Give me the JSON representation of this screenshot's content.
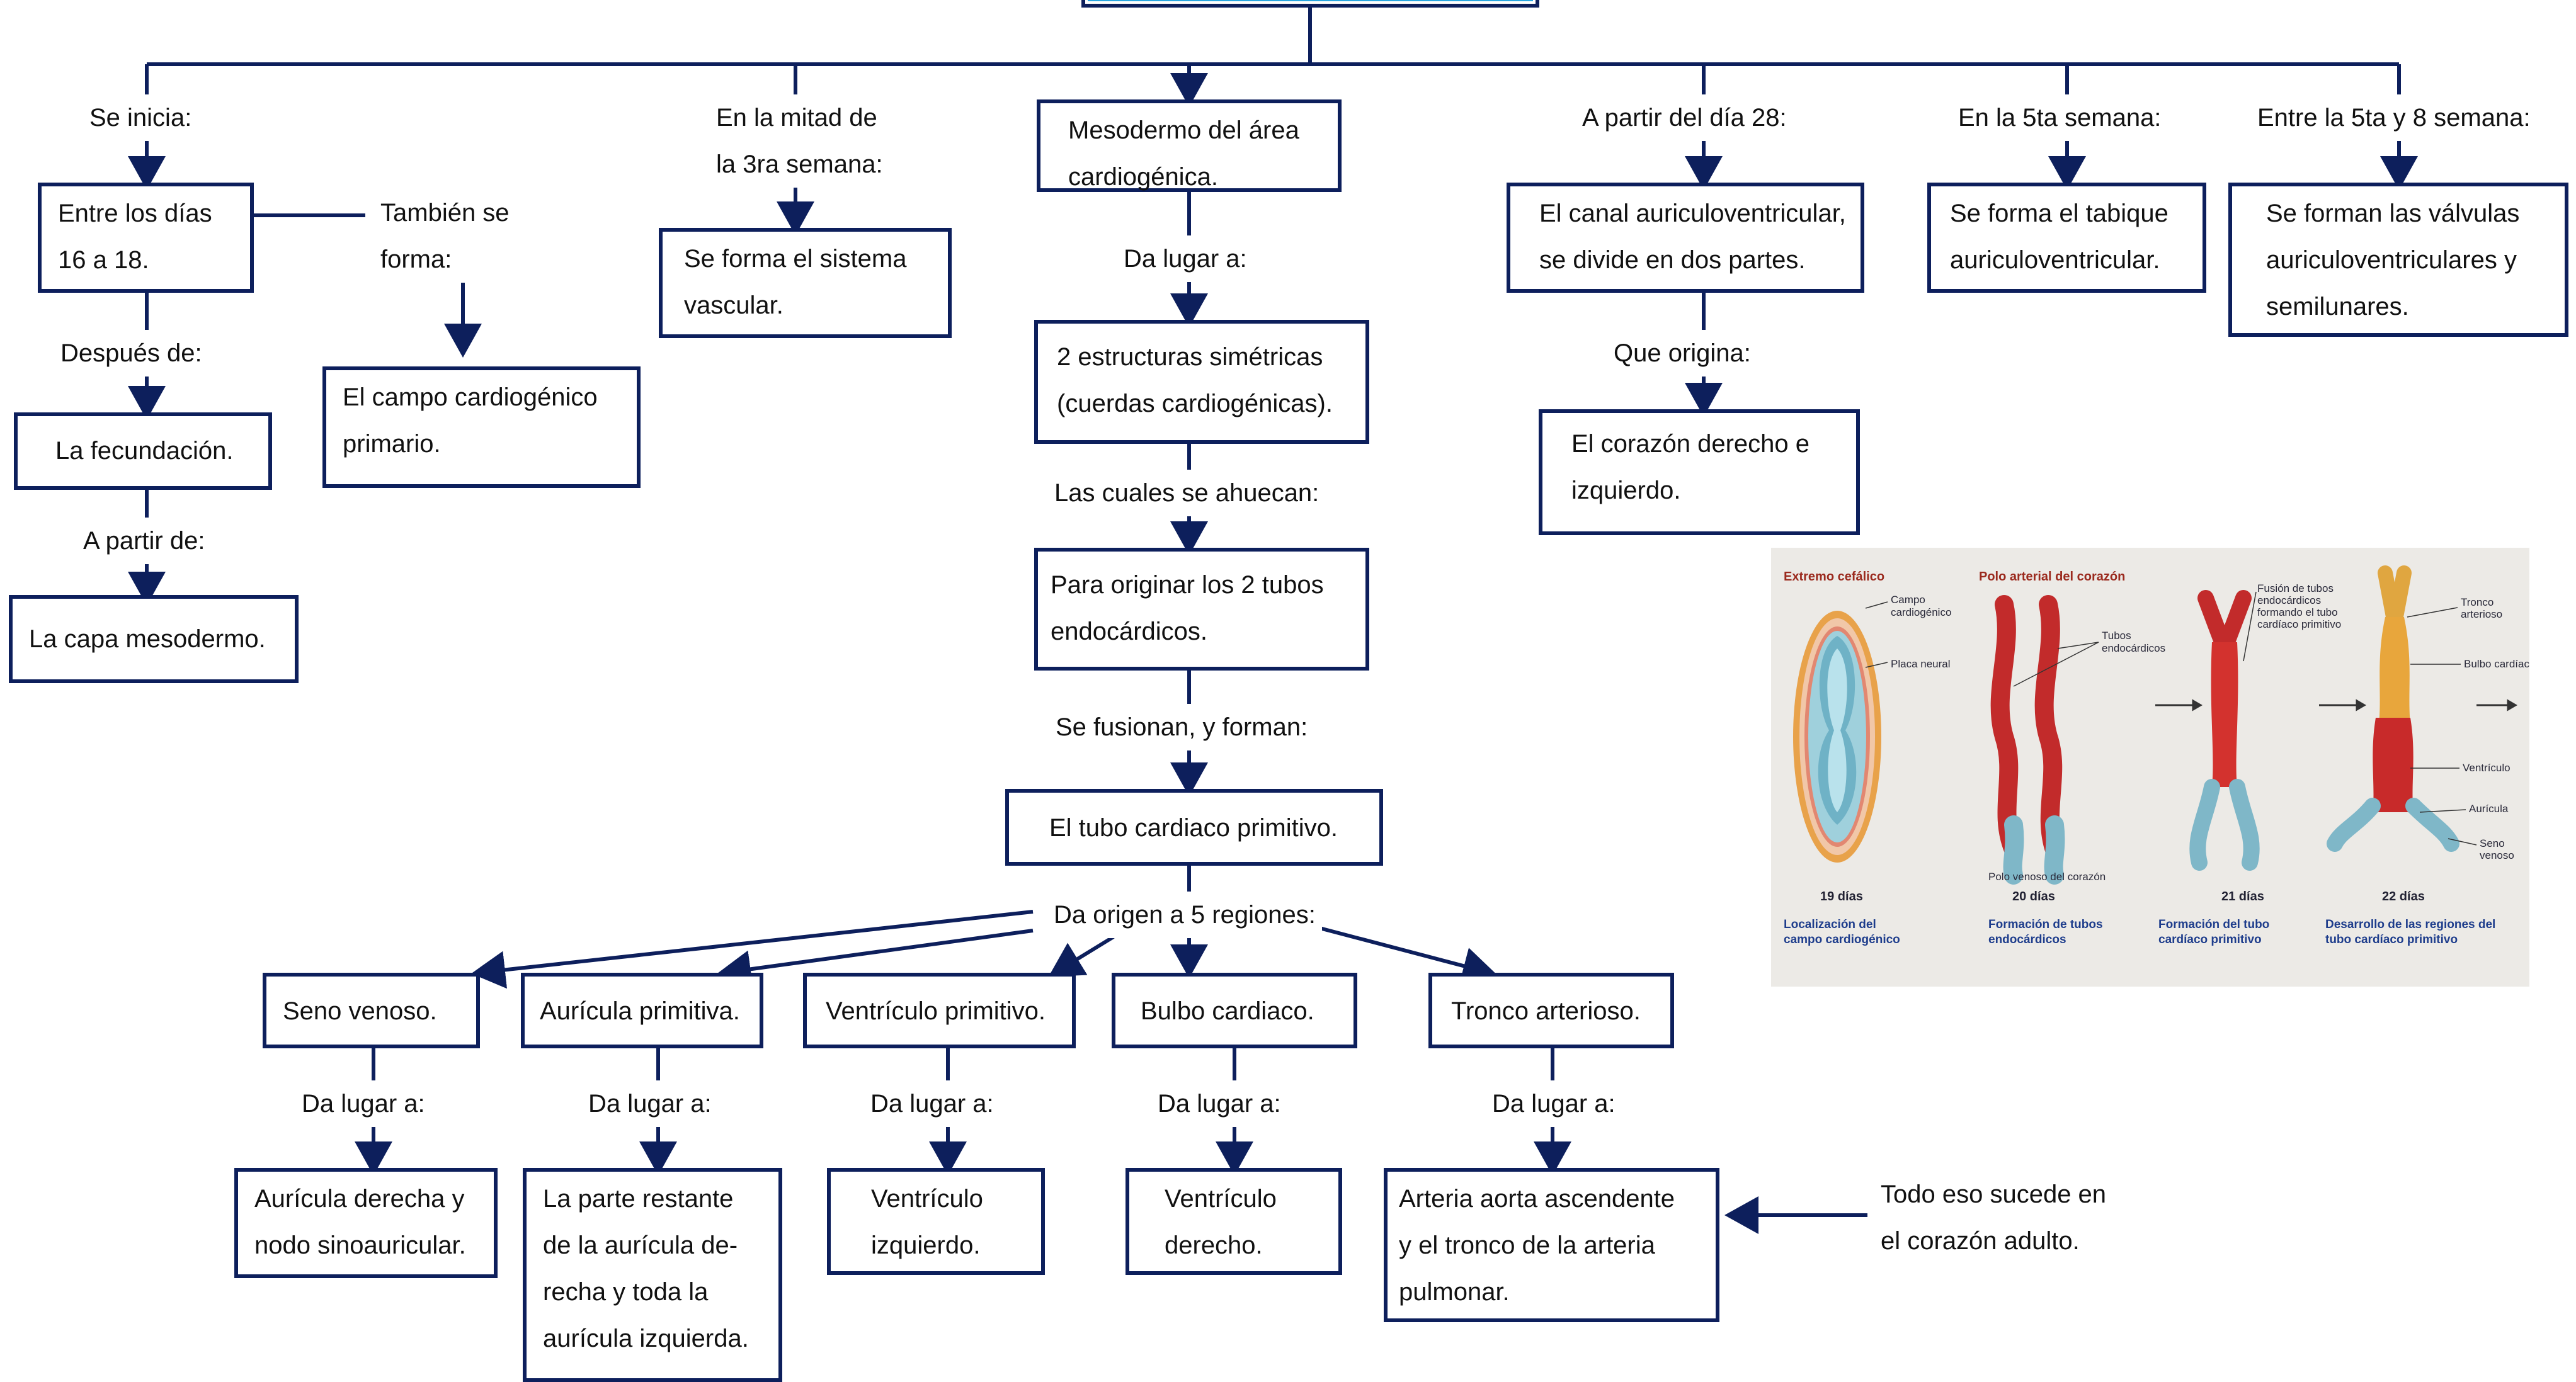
{
  "colors": {
    "line": "#0d1f5c",
    "accent": "#2aa6e0"
  },
  "labels": {
    "se_inicia": "Se inicia:",
    "tambien": "También se\nforma:",
    "despues": "Después de:",
    "a_partir_de": "A partir de:",
    "en_la_mitad": "En la mitad de\nla 3ra semana:",
    "da_lugar_center": "Da lugar a:",
    "las_cuales": "Las cuales se ahuecan:",
    "se_fusionan": "Se fusionan, y forman:",
    "da_origen": "Da origen a 5 regiones:",
    "a_partir_28": "A partir del día 28:",
    "que_origina": "Que origina:",
    "quinta_semana": "En la 5ta semana:",
    "entre_5_8": "Entre la 5ta y 8 semana:",
    "dl1": "Da lugar a:",
    "dl2": "Da lugar a:",
    "dl3": "Da lugar a:",
    "dl4": "Da lugar a:",
    "dl5": "Da lugar a:",
    "todo_eso": "Todo eso sucede en\nel corazón adulto."
  },
  "boxes": {
    "dias16": "Entre los días\n16 a 18.",
    "fecundacion": "La fecundación.",
    "mesodermo": "La capa mesodermo.",
    "campo": "El campo cardiogénico\nprimario.",
    "sistema": "Se forma el sistema\nvascular.",
    "meso_area": "Mesodermo del área\ncardiogénica.",
    "estructuras": "2 estructuras simétricas\n(cuerdas cardiogénicas).",
    "tubos": "Para originar los 2 tubos\nendocárdicos.",
    "tubo_primitivo": "El tubo cardiaco primitivo.",
    "canal": "El canal auriculoventricular,\nse divide en dos partes.",
    "corazon": "El corazón derecho e\n izquierdo.",
    "tabique": "Se forma el tabique\nauriculoventricular.",
    "valvulas": "Se forman las válvulas\nauriculoventriculares y\n semilunares.",
    "seno": "Seno venoso.",
    "auricula_p": "Aurícula primitiva.",
    "ventriculo_p": "Ventrículo primitivo.",
    "bulbo": "Bulbo cardiaco.",
    "tronco": "Tronco arterioso.",
    "auricula_der": "Aurícula derecha y\nnodo sinoauricular.",
    "restante": "La parte restante\nde la aurícula de-\nrecha y toda la\naurícula izquierda.",
    "vent_izq": "Ventrículo\n izquierdo.",
    "vent_der": "Ventrículo\n derecho.",
    "arteria": "Arteria aorta ascendente\ny el tronco de la arteria\n pulmonar."
  },
  "illustration": {
    "head_left": "Extremo cefálico",
    "head_mid": "Polo arterial del corazón",
    "campo": "Campo\ncardiogénico",
    "placa": "Placa neural",
    "tubos": "Tubos\nendocárdicos",
    "fusion": "Fusión de tubos\nendocárdicos\nformando el tubo\ncardíaco primitivo",
    "tronco": "Tronco\narterioso",
    "bulbo": "Bulbo cardíaco",
    "ventriculo": "Ventrículo",
    "auricula": "Aurícula",
    "seno": "Seno\nvenoso",
    "polo_venoso": "Polo venoso del corazón",
    "d19": "19 días",
    "d20": "20 días",
    "d21": "21 días",
    "d22": "22 días",
    "cap1": "Localización del\ncampo cardiogénico",
    "cap2": "Formación de tubos\nendocárdicos",
    "cap3": "Formación del tubo\ncardíaco primitivo",
    "cap4": "Desarrollo de las regiones del\ntubo cardíaco primitivo"
  }
}
